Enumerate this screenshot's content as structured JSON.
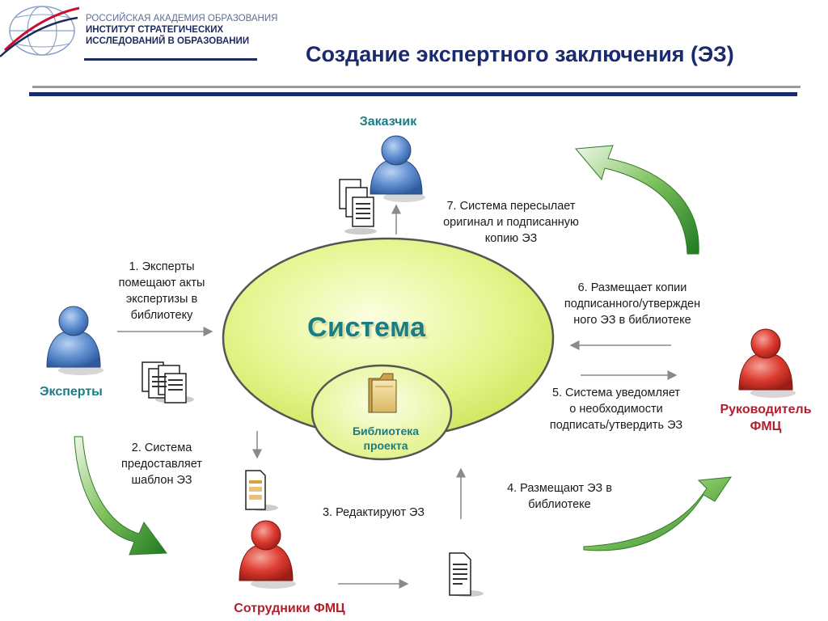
{
  "header": {
    "org_line1": "РОССИЙСКАЯ АКАДЕМИЯ ОБРАЗОВАНИЯ",
    "org_line2": "ИНСТИТУТ СТРАТЕГИЧЕСКИХ",
    "org_line3": "ИССЛЕДОВАНИЙ В ОБРАЗОВАНИИ",
    "title": "Создание экспертного заключения (ЭЗ)"
  },
  "diagram": {
    "system_label": "Система",
    "library_label_line1": "Библиотека",
    "library_label_line2": "проекта",
    "actors": {
      "customer": "Заказчик",
      "experts": "Эксперты",
      "manager_line1": "Руководитель",
      "manager_line2": "ФМЦ",
      "staff": "Сотрудники ФМЦ"
    },
    "steps": {
      "s1": [
        "1. Эксперты",
        "помещают акты",
        "экспертизы в",
        "библиотеку"
      ],
      "s2": [
        "2. Система",
        "предоставляет",
        "шаблон ЭЗ"
      ],
      "s3": [
        "3. Редактируют ЭЗ"
      ],
      "s4": [
        "4. Размещают ЭЗ в",
        "библиотеке"
      ],
      "s5": [
        "5. Система уведомляет",
        "о необходимости",
        "подписать/утвердить ЭЗ"
      ],
      "s6": [
        "6. Размещает копии",
        "подписанного/утвержден",
        "ного ЭЗ в библиотеке"
      ],
      "s7": [
        "7. Система пересылает",
        "оригинал и подписанную",
        "копию ЭЗ"
      ]
    },
    "colors": {
      "title": "#1a2a6e",
      "teal": "#1a7d86",
      "red": "#b21e2d",
      "system_fill": "#dff27a",
      "arrow_green": "#2f8a2a"
    }
  }
}
